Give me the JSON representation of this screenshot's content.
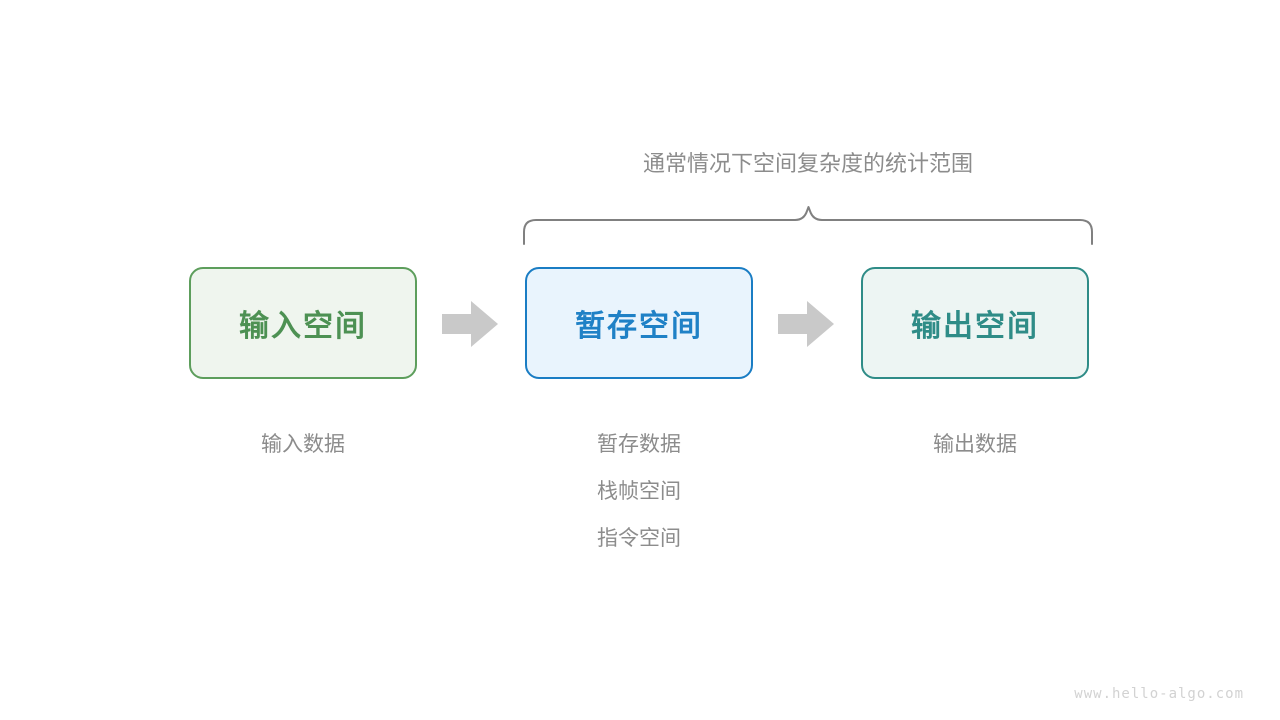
{
  "diagram": {
    "title_caption": {
      "prefix": "通常情况下",
      "emphasis": "空间复杂度",
      "suffix": "的统计范围"
    },
    "brace": {
      "label": "scope-brace",
      "color": "#808080",
      "span_from": "暂存空间",
      "span_to": "输出空间"
    },
    "boxes": [
      {
        "id": "input",
        "label": "输入空间",
        "border_color": "#5d9e5c",
        "fill_color": "#eff5ee",
        "text_color": "#4d9153"
      },
      {
        "id": "temp",
        "label": "暂存空间",
        "border_color": "#1a7dc4",
        "fill_color": "#e9f4fd",
        "text_color": "#1f81c6"
      },
      {
        "id": "output",
        "label": "输出空间",
        "border_color": "#2f8c87",
        "fill_color": "#edf5f3",
        "text_color": "#2f8c87"
      }
    ],
    "arrows": [
      {
        "id": "arrow-input-to-temp",
        "color": "#c9c9c9"
      },
      {
        "id": "arrow-temp-to-output",
        "color": "#c9c9c9"
      }
    ],
    "sublabels": {
      "input": [
        "输入数据"
      ],
      "temp": [
        "暂存数据",
        "栈帧空间",
        "指令空间"
      ],
      "output": [
        "输出数据"
      ]
    },
    "text_color_muted": "#8c8c8c"
  },
  "watermark": {
    "text": "www.hello-algo.com"
  }
}
